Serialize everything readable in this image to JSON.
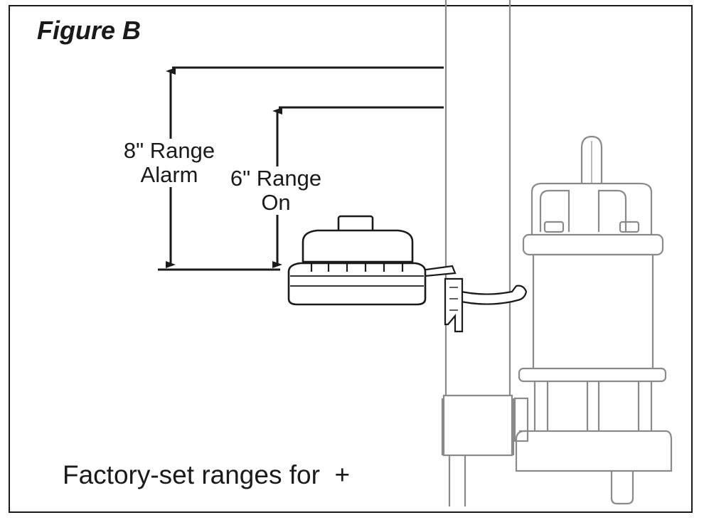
{
  "figure": {
    "title": "Figure B",
    "caption": "Factory-set ranges for  +"
  },
  "ranges": {
    "alarm": {
      "line1": "8\" Range",
      "line2": "Alarm"
    },
    "on": {
      "line1": "6\" Range",
      "line2": "On"
    }
  },
  "colors": {
    "ink": "#1a1a1a",
    "pump_outline": "#8a8a8a",
    "background": "#ffffff"
  }
}
